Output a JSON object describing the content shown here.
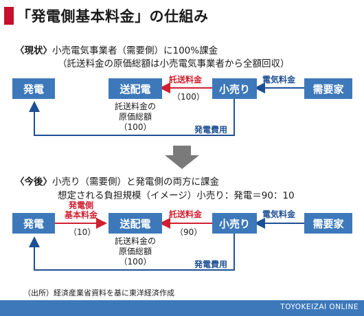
{
  "title": "「発電側基本料金」の仕組み",
  "current": {
    "tag": "〈現状〉",
    "line1": "小売電気事業者（需要側）に100%課金",
    "line2": "（託送料金の原価総額は小売電気事業者から全額回収）",
    "boxes": {
      "generation": "発電",
      "transmission": "送配電",
      "retail": "小売り",
      "consumer": "需要家"
    },
    "labels": {
      "wheeling_fee": "託送料金",
      "wheeling_amount": "（100）",
      "electricity_fee": "電気料金",
      "wheeling_total": [
        "託送料金の",
        "原価総額",
        "（100）"
      ],
      "generation_cost": "発電費用"
    }
  },
  "future": {
    "tag": "〈今後〉",
    "line1": "小売り（需要側）と発電側の両方に課金",
    "line2": "想定される負担規模（イメージ）小売り：発電＝90：10",
    "boxes": {
      "generation": "発電",
      "transmission": "送配電",
      "retail": "小売り",
      "consumer": "需要家"
    },
    "labels": {
      "gen_basic_fee": [
        "発電側",
        "基本料金"
      ],
      "gen_amount": "（10）",
      "wheeling_fee": "託送料金",
      "wheeling_amount": "（90）",
      "electricity_fee": "電気料金",
      "wheeling_total": [
        "託送料金の",
        "原価総額",
        "（100）"
      ],
      "generation_cost": "発電費用"
    }
  },
  "source": "（出所）経済産業省資料を基に東洋経済作成",
  "brand": "TOYOKEIZAI ONLINE",
  "colors": {
    "box": "#3d79ba",
    "red": "#d11f2f",
    "blue": "#1d4f94",
    "accent": "#c8102e",
    "gray_arrow": "#7a7a7a"
  }
}
